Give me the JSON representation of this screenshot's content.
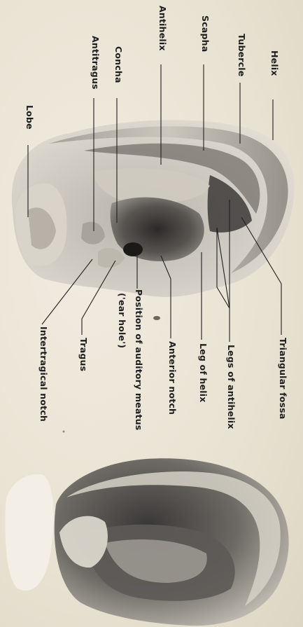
{
  "labels": {
    "helix": "Helix",
    "tubercle": "Tubercle",
    "scapha": "Scapha",
    "antihelix": "Antihelix",
    "concha": "Concha",
    "antitragus": "Antitragus",
    "lobe": "Lobe",
    "triangular_fossa": "Triangular fossa",
    "legs_of_antihelix": "Legs of antihelix",
    "leg_of_helix": "Leg of helix",
    "anterior_notch": "Anterior notch",
    "auditory_meatus_line1": "Position of auditory meatus",
    "auditory_meatus_line2": "('ear hole')",
    "tragus": "Tragus",
    "intertragical_notch": "Intertragical notch"
  },
  "colors": {
    "paper": "#ece7d8",
    "ink": "#1f1f1f",
    "ear_light": "#cfcac0",
    "ear_mid": "#8e8a84",
    "ear_dark": "#3c3a38"
  }
}
